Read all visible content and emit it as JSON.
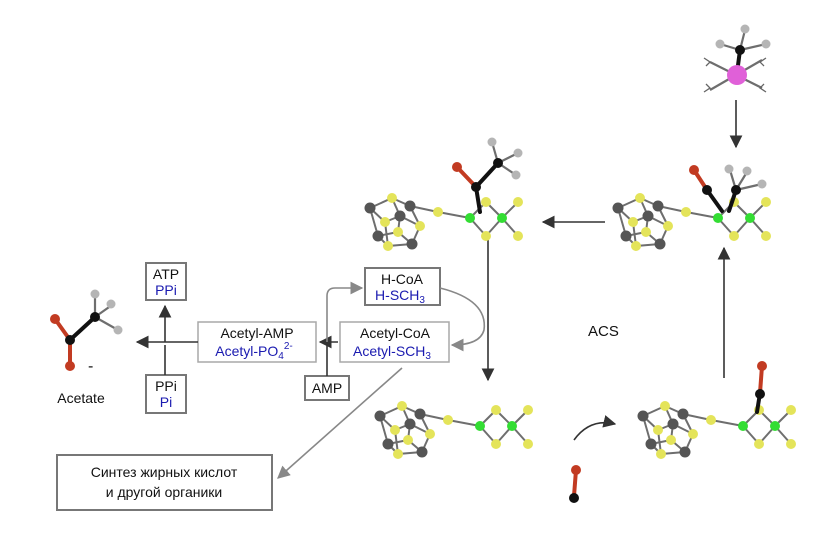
{
  "labels": {
    "atp": "ATP",
    "ppi_blue": "PPi",
    "ppi_black": "PPi",
    "pi_blue": "Pi",
    "acetate": "Acetate",
    "acetyl_amp": "Acetyl-AMP",
    "acetyl_po4_base": "Acetyl-PO",
    "acetyl_po4_sub": "4",
    "acetyl_po4_sup": "2-",
    "hcoa": "H-CoA",
    "hsch3_base": "H-SCH",
    "hsch3_sub": "3",
    "acetyl_coa": "Acetyl-CoA",
    "acetyl_sch3_base": "Acetyl-SCH",
    "acetyl_sch3_sub": "3",
    "amp": "AMP",
    "acs": "ACS",
    "synthesis_line1": "Синтез жирных кислот",
    "synthesis_line2": "и другой органики",
    "charge": "-"
  },
  "colors": {
    "text_black": "#111111",
    "text_blue": "#1a1ab0",
    "sulfur": "#e4e45a",
    "iron": "#555555",
    "nickel": "#33dd33",
    "carbon": "#111111",
    "oxygen": "#c23b22",
    "hydrogen": "#b5b5b5",
    "cobalt": "#e060d8"
  }
}
